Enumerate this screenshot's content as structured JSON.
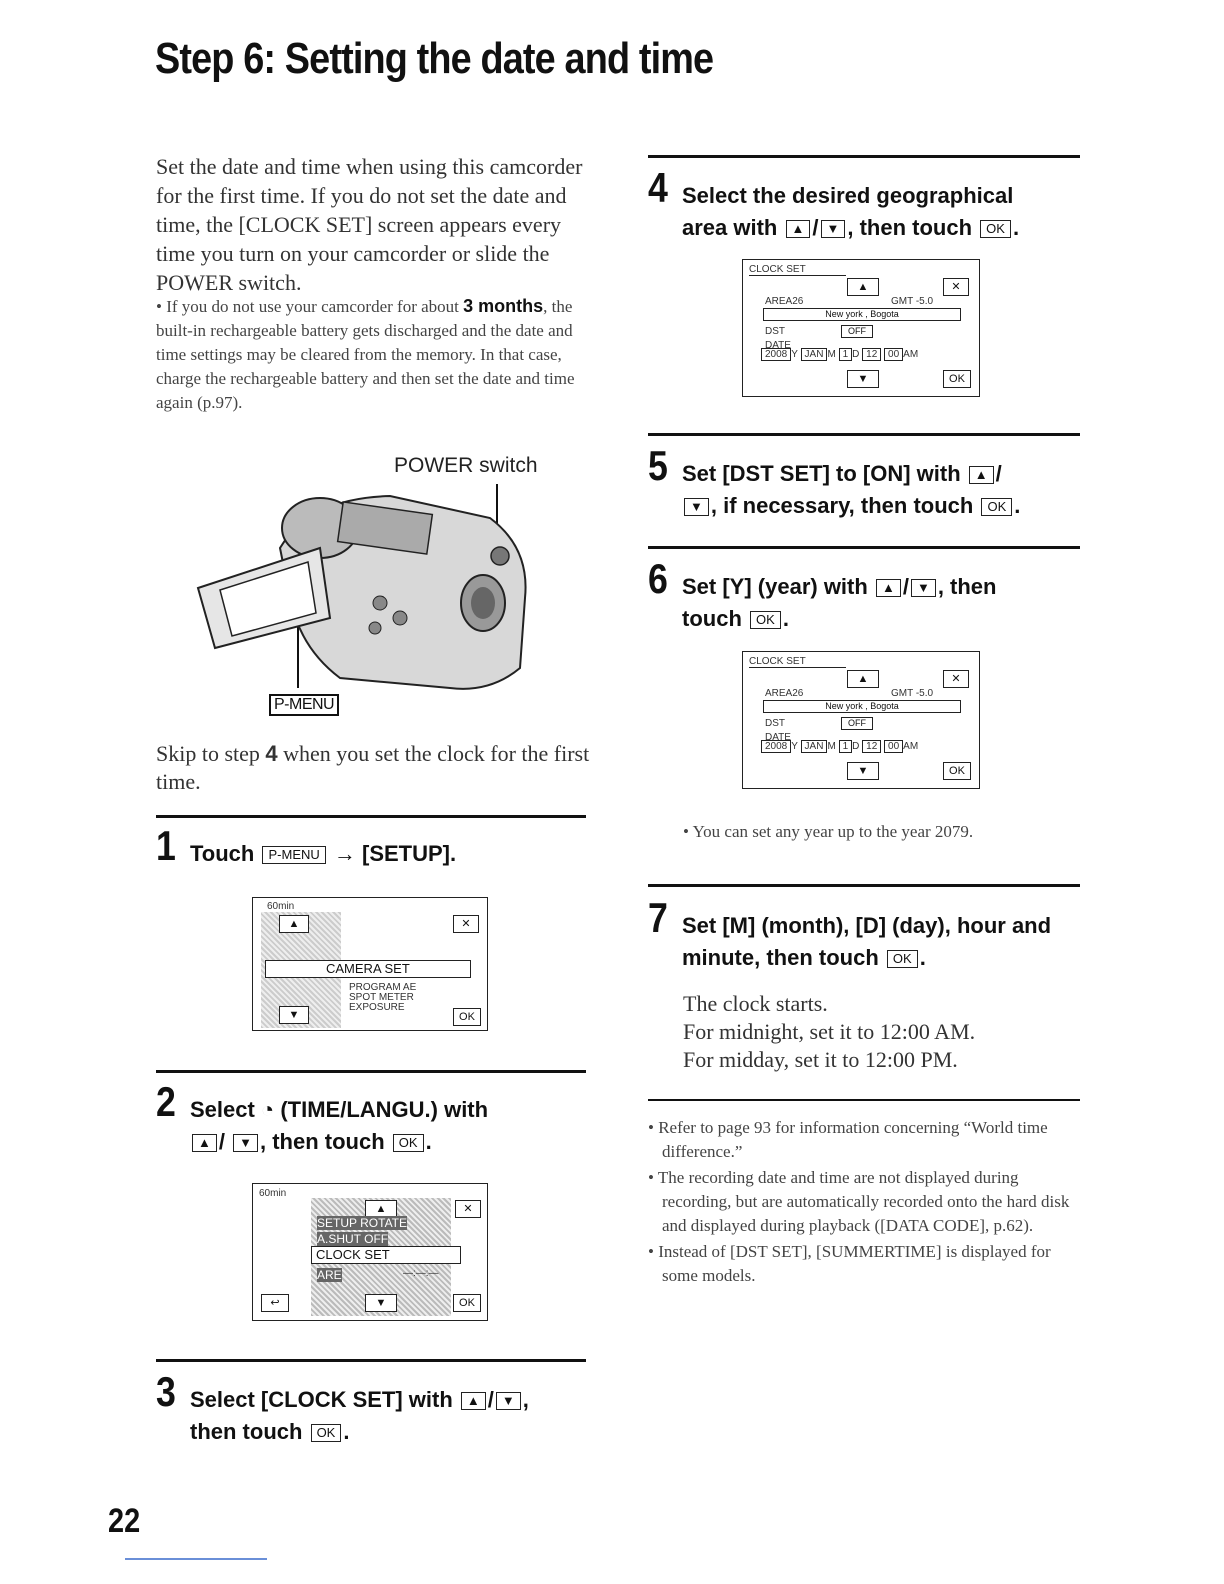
{
  "title": "Step 6: Setting the date and time",
  "intro": "Set the date and time when using this camcorder for the first time. If you do not set the date and time, the [CLOCK SET] screen appears every time you turn on your camcorder or slide the POWER switch.",
  "note_battery": {
    "pre": "If you do not use your camcorder for about ",
    "bold": "3 months",
    "post": ", the built-in rechargeable battery gets discharged and the date and time settings may be cleared from the memory. In that case, charge the rechargeable battery and then set the date and time again (p.97)."
  },
  "figure": {
    "power_label": "POWER switch",
    "pmenu_label": "P-MENU"
  },
  "skip": {
    "pre": "Skip to step ",
    "bold": "4",
    "post": " when you set the clock for the first time."
  },
  "keys": {
    "up": "▲",
    "down": "▼",
    "ok": "OK",
    "pmenu": "P-MENU"
  },
  "steps": [
    {
      "num": "1",
      "line1_a": "Touch",
      "line1_b": "→ [SETUP]."
    },
    {
      "num": "2",
      "line1": "Select ◔ (TIME/LANGU.) with",
      "line2_a": "/",
      "line2_b": ", then touch",
      "line2_c": "."
    },
    {
      "num": "3",
      "line1_a": "Select [CLOCK SET] with",
      "line1_b": "/",
      "line1_c": ",",
      "line2_a": "then touch",
      "line2_b": "."
    },
    {
      "num": "4",
      "line1": "Select the desired geographical",
      "line2_a": "area with",
      "line2_b": "/",
      "line2_c": ", then touch",
      "line2_d": "."
    },
    {
      "num": "5",
      "line1_a": "Set [DST SET] to [ON] with",
      "line1_b": "/",
      "line2_a": ", if necessary, then touch",
      "line2_b": "."
    },
    {
      "num": "6",
      "line1_a": "Set [Y] (year) with",
      "line1_b": "/",
      "line1_c": ", then",
      "line2_a": "touch",
      "line2_b": "."
    },
    {
      "num": "7",
      "line1": "Set [M] (month), [D] (day), hour and",
      "line2_a": "minute, then touch",
      "line2_b": "."
    }
  ],
  "step6_note": "You can set any year up to the year 2079.",
  "step7_text": [
    "The clock starts.",
    "For midnight, set it to 12:00 AM.",
    "For midday, set it to 12:00 PM."
  ],
  "notes": [
    "Refer to page 93 for information concerning “World time difference.”",
    "The recording date and time are not displayed during recording, but are automatically recorded onto the hard disk and displayed during playback ([DATA CODE], p.62).",
    "Instead of [DST SET], [SUMMERTIME] is displayed for some models."
  ],
  "screen1": {
    "status": "60min",
    "item": "CAMERA SET",
    "sub1": "PROGRAM AE",
    "sub2": "SPOT METER",
    "sub3": "EXPOSURE"
  },
  "screen2": {
    "status": "60min",
    "item1": "SETUP ROTATE",
    "item2": "A.SHUT OFF",
    "item3": "CLOCK SET",
    "item4": "ARE",
    "value": "—:—:—"
  },
  "clock_screen": {
    "title": "CLOCK SET",
    "area_label": "AREA26",
    "gmt": "GMT -5.0",
    "city": "New york , Bogota",
    "dst_label": "DST",
    "dst_value": "OFF",
    "date_label": "DATE",
    "year": "2008",
    "y": "Y",
    "month": "JAN",
    "m": "M",
    "day": "1",
    "d": "D",
    "hour": "12",
    "min": "00",
    "ampm": "AM"
  },
  "page_number": "22"
}
